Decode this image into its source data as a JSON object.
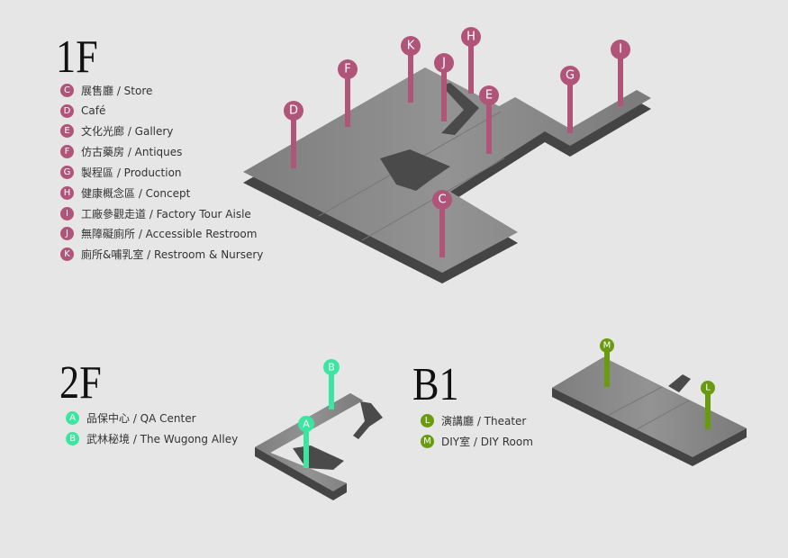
{
  "colors": {
    "floor_1f": "#b05579",
    "floor_2f": "#3de6a0",
    "floor_b1": "#6a9a10",
    "background": "#e6e6e6"
  },
  "floors": {
    "f1": {
      "title": "1F",
      "legend": [
        {
          "badge": "C",
          "label": "展售廳 / Store"
        },
        {
          "badge": "D",
          "label": "Café"
        },
        {
          "badge": "E",
          "label": "文化光廊 / Gallery"
        },
        {
          "badge": "F",
          "label": "仿古藥房 / Antiques"
        },
        {
          "badge": "G",
          "label": "製程區 / Production"
        },
        {
          "badge": "H",
          "label": "健康概念區 / Concept"
        },
        {
          "badge": "I",
          "label": "工廠參觀走道 / Factory Tour Aisle"
        },
        {
          "badge": "J",
          "label": "無障礙廁所 / Accessible Restroom"
        },
        {
          "badge": "K",
          "label": "廁所&哺乳室 / Restroom & Nursery"
        }
      ]
    },
    "f2": {
      "title": "2F",
      "legend": [
        {
          "badge": "A",
          "label": "品保中心 / QA Center"
        },
        {
          "badge": "B",
          "label": "武林秘境 / The Wugong Alley"
        }
      ]
    },
    "b1": {
      "title": "B1",
      "legend": [
        {
          "badge": "L",
          "label": "演講廳 / Theater"
        },
        {
          "badge": "M",
          "label": "DIY室 / DIY Room"
        }
      ]
    }
  }
}
